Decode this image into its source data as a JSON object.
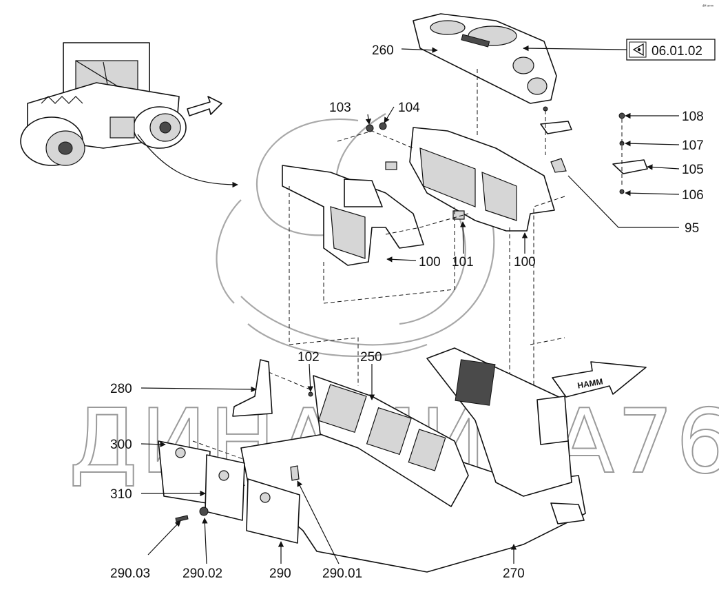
{
  "corner_mark": "ᵈᴹ ᵃᵐᵐ",
  "reference": {
    "text": "06.01.02",
    "icon": "reference-arrow-icon"
  },
  "watermark": {
    "text": "ДИНАМИКА76"
  },
  "arrow_brand": "HAMM",
  "labels": {
    "l260": "260",
    "l103": "103",
    "l104": "104",
    "l108": "108",
    "l107": "107",
    "l105": "105",
    "l106": "106",
    "l95": "95",
    "l100a": "100",
    "l101": "101",
    "l100b": "100",
    "l102": "102",
    "l250": "250",
    "l280": "280",
    "l300": "300",
    "l310": "310",
    "l290_03": "290.03",
    "l290_02": "290.02",
    "l290": "290",
    "l290_01": "290.01",
    "l270": "270"
  }
}
